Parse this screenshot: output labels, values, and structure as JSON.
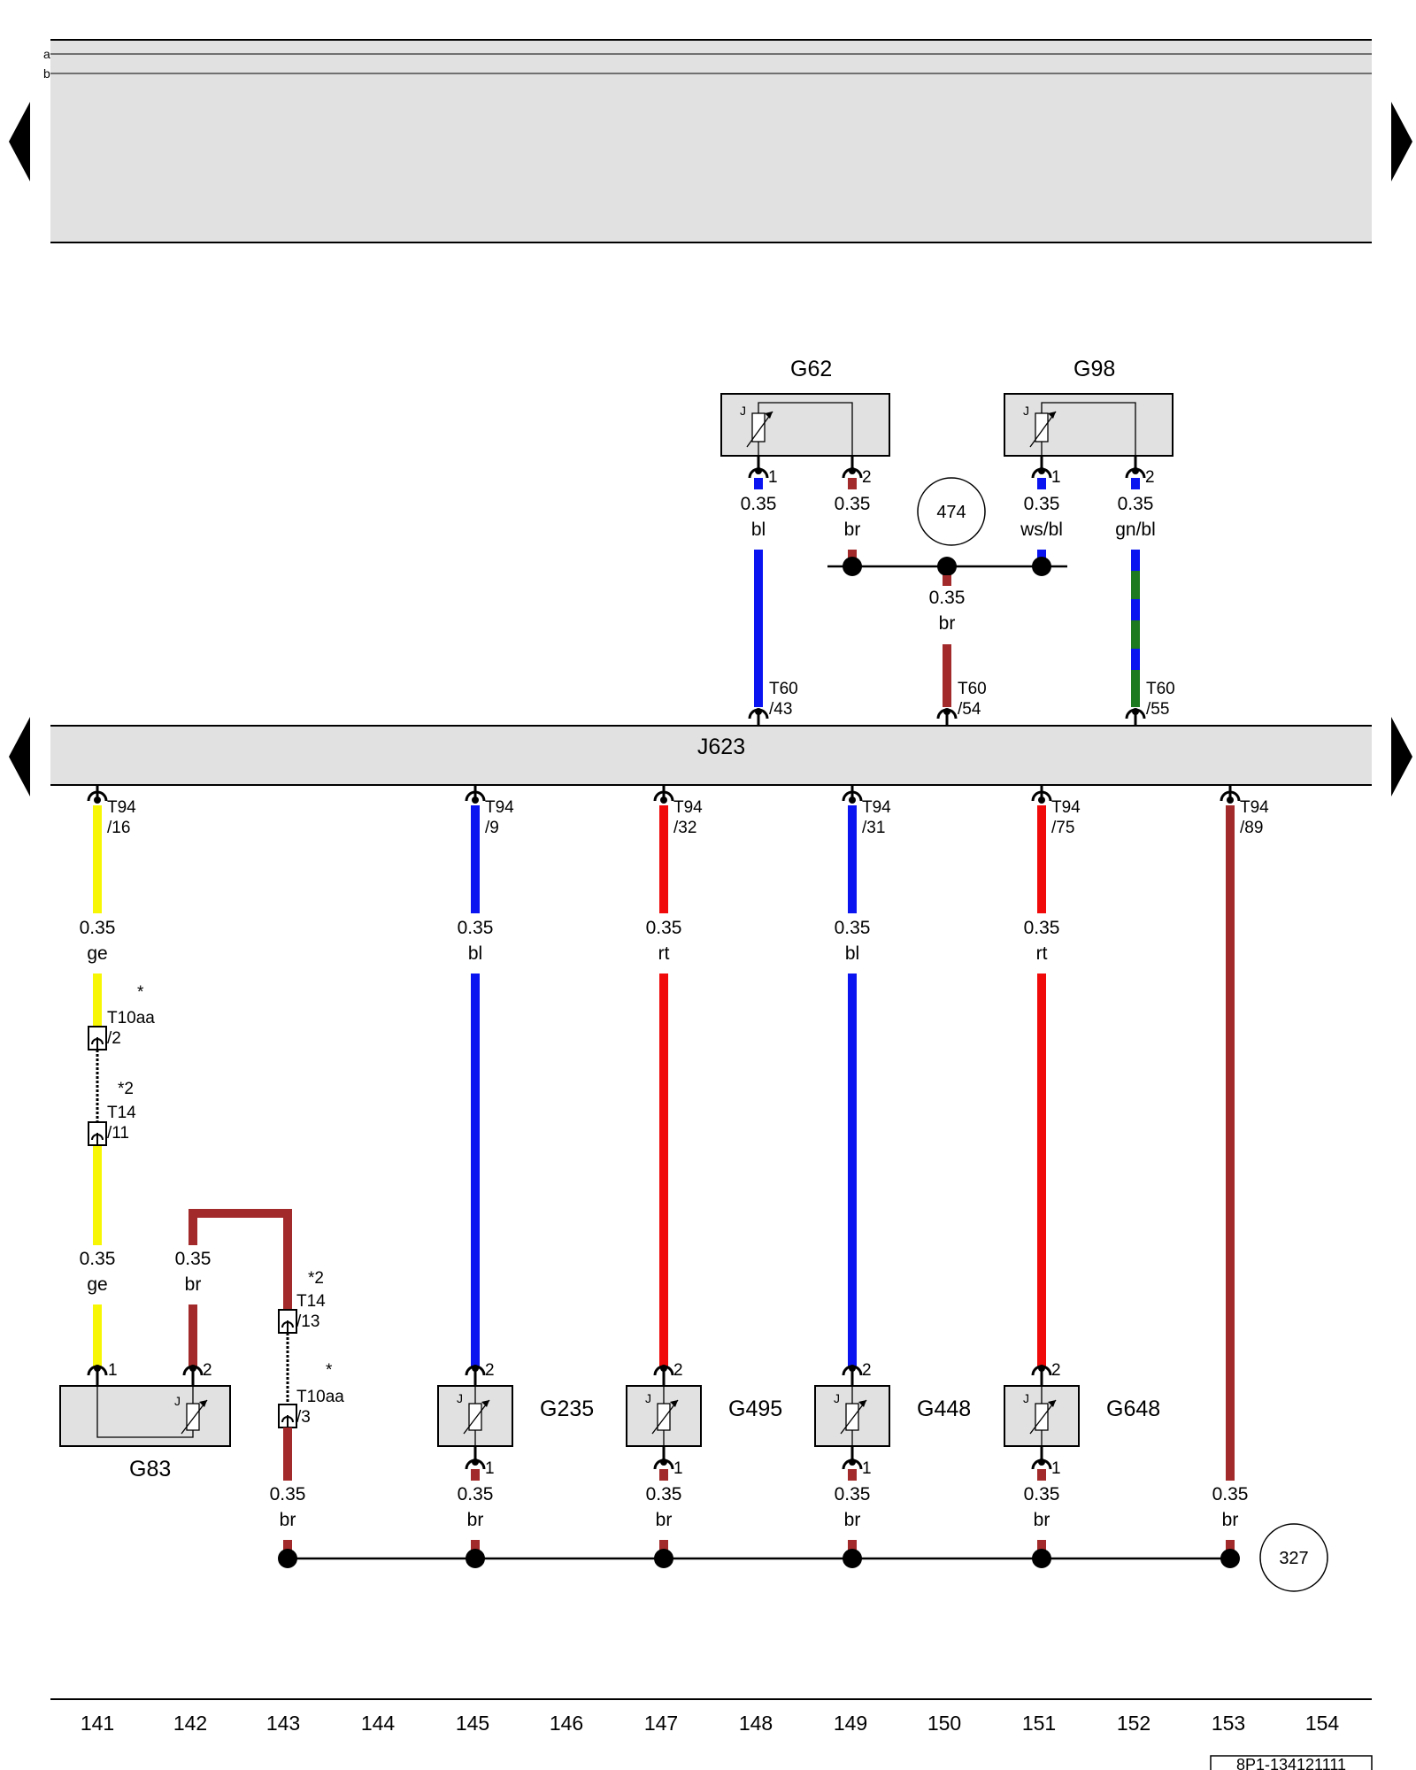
{
  "header": {
    "row_a": "a",
    "row_b": "b"
  },
  "control_unit": "J623",
  "components": {
    "G62": "G62",
    "G98": "G98",
    "G83": "G83",
    "G235": "G235",
    "G495": "G495",
    "G448": "G448",
    "G648": "G648"
  },
  "ground_refs": {
    "top": "474",
    "bottom": "327"
  },
  "wires": {
    "g62_1": {
      "size": "0.35",
      "color": "bl",
      "pin": "1"
    },
    "g62_2": {
      "size": "0.35",
      "color": "br",
      "pin": "2"
    },
    "g98_1": {
      "size": "0.35",
      "color": "ws/bl",
      "pin": "1"
    },
    "g98_2": {
      "size": "0.35",
      "color": "gn/bl",
      "pin": "2"
    },
    "mid_br": {
      "size": "0.35",
      "color": "br"
    },
    "g83_sig_a": {
      "size": "0.35",
      "color": "ge"
    },
    "g83_sig_b": {
      "size": "0.35",
      "color": "ge"
    },
    "g83_gnd_a": {
      "size": "0.35",
      "color": "br"
    },
    "g83_gnd_b": {
      "size": "0.35",
      "color": "br"
    },
    "g235_sig": {
      "size": "0.35",
      "color": "bl"
    },
    "g495_sig": {
      "size": "0.35",
      "color": "rt"
    },
    "g448_sig": {
      "size": "0.35",
      "color": "bl"
    },
    "g648_sig": {
      "size": "0.35",
      "color": "rt"
    },
    "g235_gnd": {
      "size": "0.35",
      "color": "br"
    },
    "g495_gnd": {
      "size": "0.35",
      "color": "br"
    },
    "g448_gnd": {
      "size": "0.35",
      "color": "br"
    },
    "g648_gnd": {
      "size": "0.35",
      "color": "br"
    },
    "t94_89": {
      "size": "0.35",
      "color": "br"
    }
  },
  "connectors": {
    "t60_43": {
      "name": "T60",
      "pin": "/43"
    },
    "t60_54": {
      "name": "T60",
      "pin": "/54"
    },
    "t60_55": {
      "name": "T60",
      "pin": "/55"
    },
    "t94_16": {
      "name": "T94",
      "pin": "/16"
    },
    "t94_9": {
      "name": "T94",
      "pin": "/9"
    },
    "t94_32": {
      "name": "T94",
      "pin": "/32"
    },
    "t94_31": {
      "name": "T94",
      "pin": "/31"
    },
    "t94_75": {
      "name": "T94",
      "pin": "/75"
    },
    "t94_89": {
      "name": "T94",
      "pin": "/89"
    },
    "t10aa_2": {
      "note": "*",
      "name": "T10aa",
      "pin": "/2"
    },
    "t14_11": {
      "note": "*2",
      "name": "T14",
      "pin": "/11"
    },
    "t14_13": {
      "note": "*2",
      "name": "T14",
      "pin": "/13"
    },
    "t10aa_3": {
      "note": "*",
      "name": "T10aa",
      "pin": "/3"
    }
  },
  "pins": {
    "g83_1": "1",
    "g83_2": "2",
    "g235_2": "2",
    "g235_1": "1",
    "g495_2": "2",
    "g495_1": "1",
    "g448_2": "2",
    "g448_1": "1",
    "g648_2": "2",
    "g648_1": "1"
  },
  "sensor_mark": "J",
  "track_numbers": [
    "141",
    "142",
    "143",
    "144",
    "145",
    "146",
    "147",
    "148",
    "149",
    "150",
    "151",
    "152",
    "153",
    "154"
  ],
  "doc_number": "8P1-134121111",
  "colors": {
    "bl": "#0a14f0",
    "br": "#a32a2a",
    "rt": "#f00a0a",
    "ge": "#f7f705",
    "gn": "#1e7a1e",
    "panel": "#e1e1e1"
  }
}
